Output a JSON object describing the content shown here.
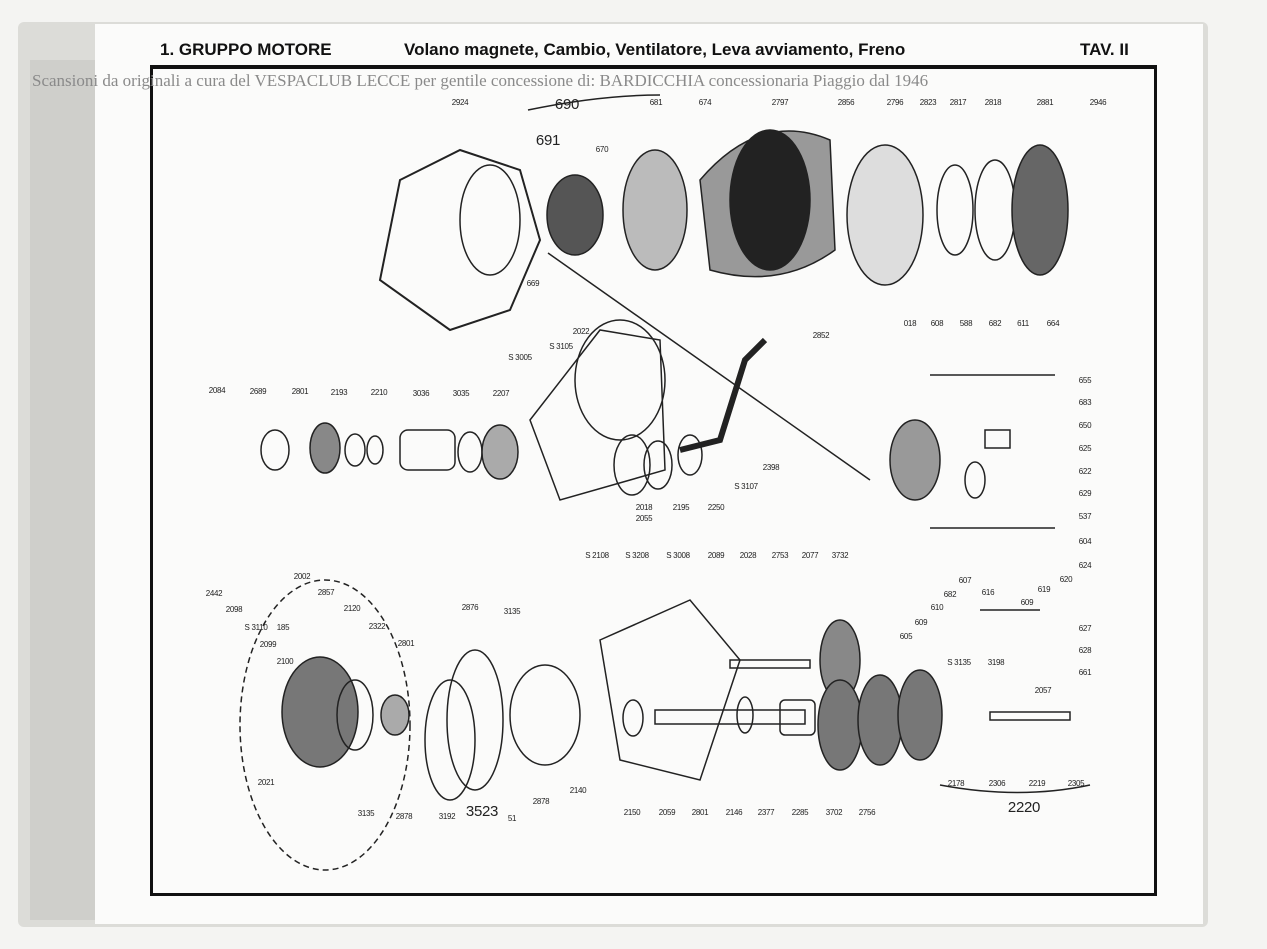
{
  "header": {
    "section": "1. GRUPPO MOTORE",
    "subtitle": "Volano magnete, Cambio, Ventilatore, Leva avviamento, Freno",
    "table": "TAV. II"
  },
  "watermark": "Scansioni da originali a cura del VESPACLUB LECCE per gentile concessione di: BARDICCHIA concessionaria Piaggio dal 1946",
  "labels": [
    "2924",
    "690",
    "681",
    "674",
    "2797",
    "2856",
    "2796",
    "2823",
    "2817",
    "2818",
    "2881",
    "2946",
    "691",
    "670",
    "669",
    "2852",
    "S 3005",
    "S 3105",
    "2022",
    "2084",
    "2689",
    "2801",
    "2193",
    "2210",
    "3036",
    "3035",
    "2207",
    "2018",
    "2055",
    "2195",
    "2250",
    "2398",
    "S 3107",
    "018",
    "608",
    "588",
    "682",
    "611",
    "664",
    "655",
    "683",
    "650",
    "625",
    "622",
    "629",
    "537",
    "604",
    "624",
    "620",
    "619",
    "609",
    "616",
    "607",
    "682",
    "610",
    "609",
    "605",
    "627",
    "628",
    "661",
    "S 2108",
    "S 3208",
    "S 3008",
    "2089",
    "2028",
    "2753",
    "2077",
    "3732",
    "2442",
    "2098",
    "S 3110",
    "185",
    "2099",
    "2100",
    "2002",
    "2857",
    "2120",
    "2322",
    "2801",
    "2876",
    "3135",
    "2021",
    "3135",
    "2878",
    "3192",
    "3523",
    "51",
    "2878",
    "2140",
    "2150",
    "2059",
    "2801",
    "2146",
    "2377",
    "2285",
    "3702",
    "2756",
    "S 3135",
    "3198",
    "2057",
    "2178",
    "2306",
    "2219",
    "2305",
    "2220"
  ]
}
